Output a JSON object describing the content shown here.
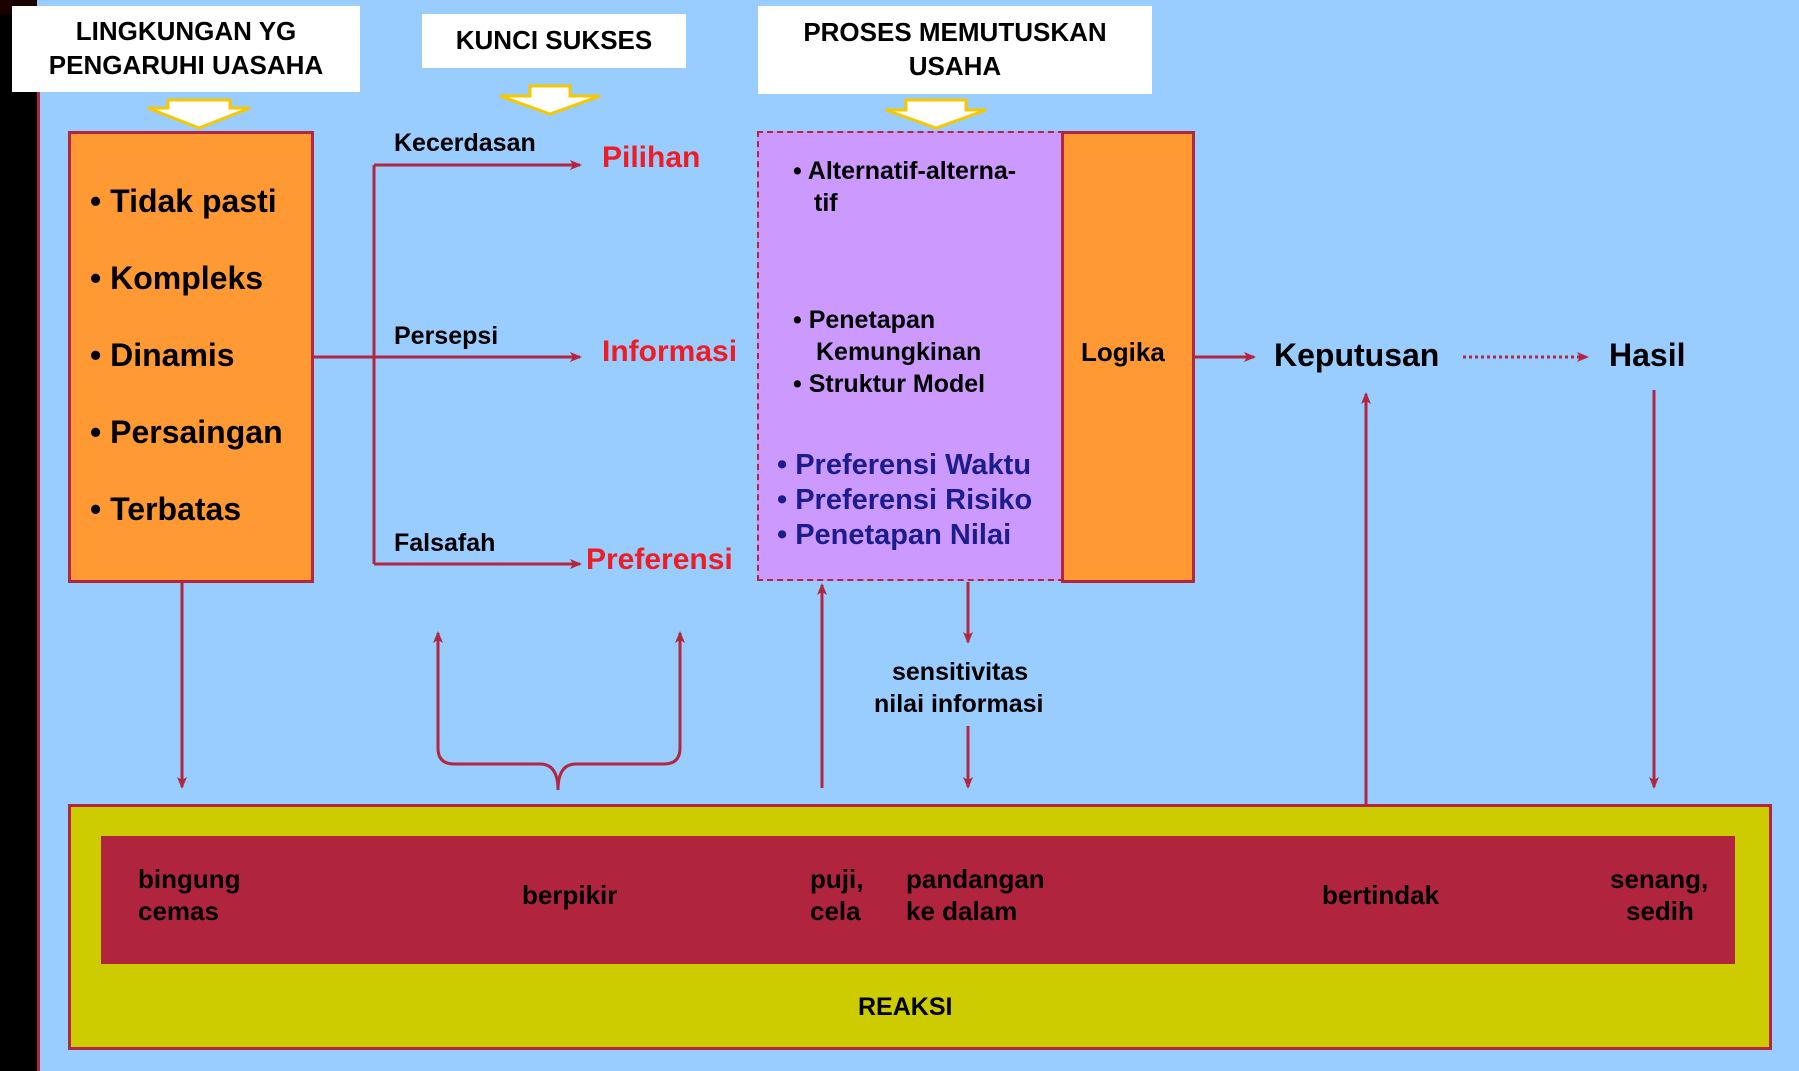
{
  "headers": {
    "environment": [
      "LINGKUNGAN YG",
      "PENGARUHI UASAHA"
    ],
    "success_key": "KUNCI SUKSES",
    "decision_process": [
      "PROSES MEMUTUSKAN",
      "USAHA"
    ]
  },
  "environment_items": [
    "• Tidak pasti",
    "• Kompleks",
    "• Dinamis",
    "• Persaingan",
    "• Terbatas"
  ],
  "factors": {
    "intelligence": "Kecerdasan",
    "perception": "Persepsi",
    "philosophy": "Falsafah"
  },
  "outcomes": {
    "choice": "Pilihan",
    "information": "Informasi",
    "preference": "Preferensi"
  },
  "process_items": {
    "alternatives": [
      "• Alternatif-alterna-",
      "tif"
    ],
    "probability": [
      "• Penetapan",
      "Kemungkinan"
    ],
    "model": "• Struktur Model",
    "time_pref": "• Preferensi Waktu",
    "risk_pref": "• Preferensi Risiko",
    "value": "• Penetapan Nilai"
  },
  "logic": "Logika",
  "decision": "Keputusan",
  "result": "Hasil",
  "sensitivity": [
    "sensitivitas",
    "nilai informasi"
  ],
  "reactions": {
    "confused": [
      "bingung",
      "cemas"
    ],
    "thinking": "berpikir",
    "praise": [
      "puji,",
      "cela"
    ],
    "insight": [
      "pandangan",
      "ke dalam"
    ],
    "acting": "bertindak",
    "feeling": [
      "senang,",
      "sedih"
    ],
    "label": "REAKSI"
  },
  "colors": {
    "background": "#99ccff",
    "orange": "#ff9933",
    "border": "#b22640",
    "purple": "#cc99ff",
    "reaction_outer": "#cccc00",
    "reaction_inner": "#b0243e",
    "accent_red": "#ee1c25",
    "navy": "#1c1c8c"
  }
}
